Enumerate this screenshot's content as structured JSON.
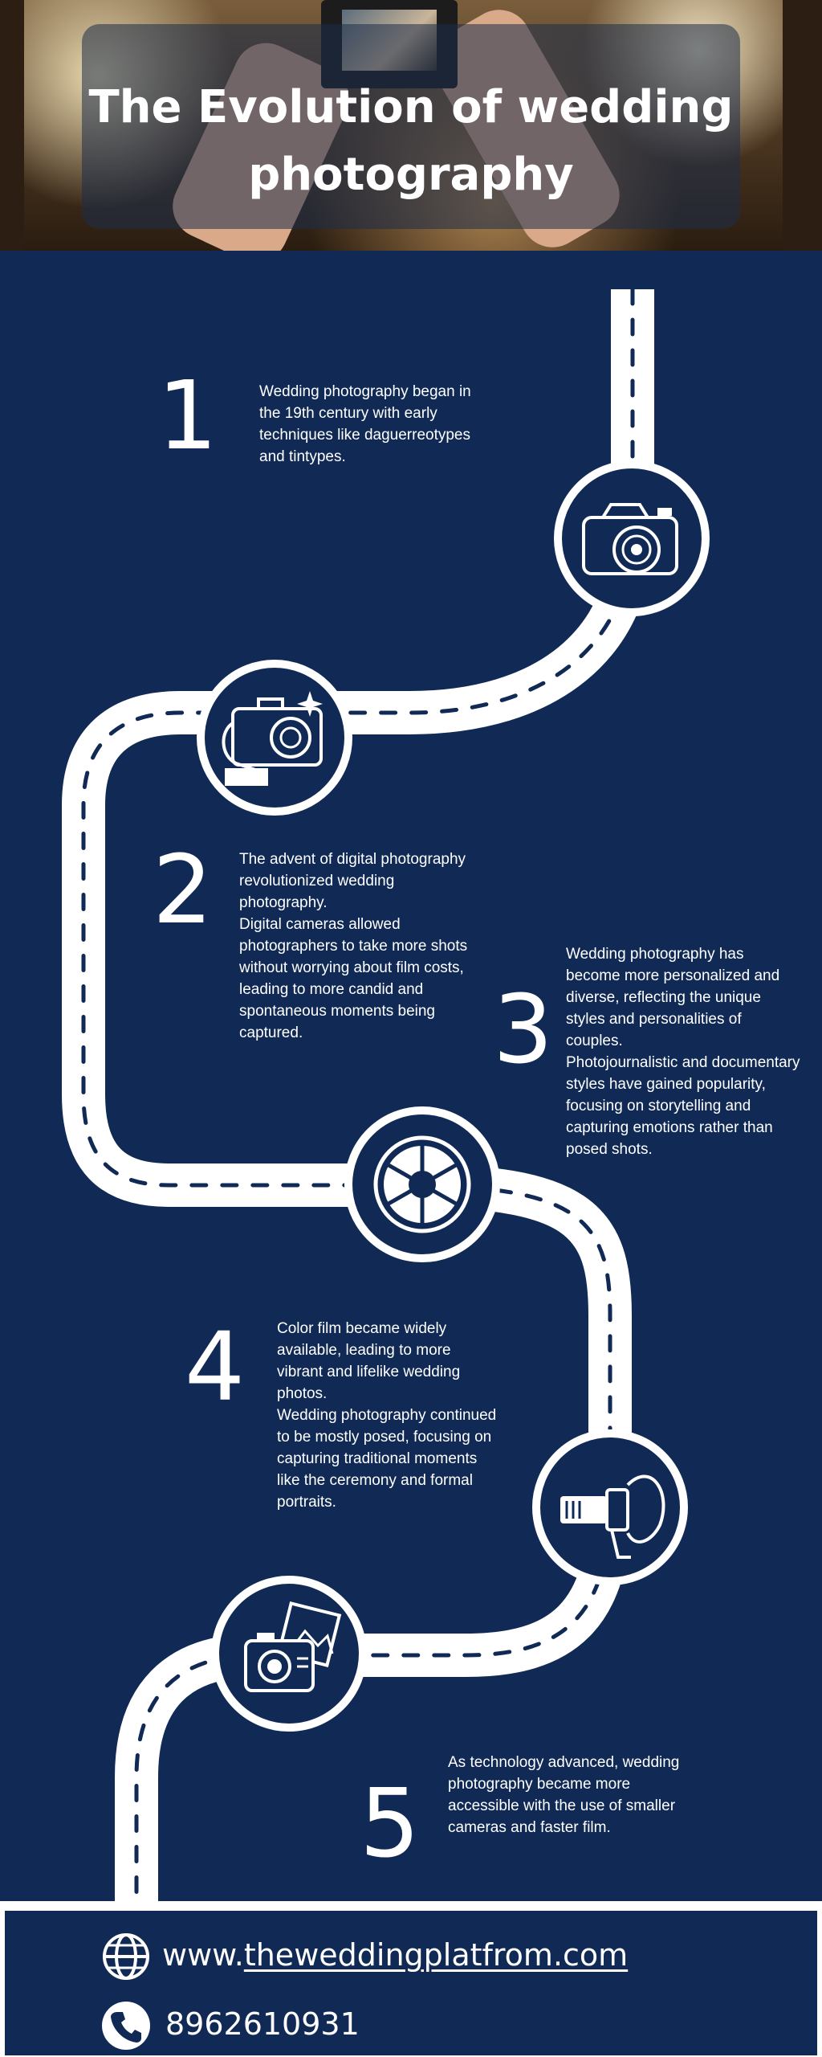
{
  "header": {
    "title_line1": "The Evolution of wedding",
    "title_line2": "photography"
  },
  "steps": [
    {
      "number": "1",
      "icon": "dslr-camera-icon",
      "text": [
        "Wedding photography began in the 19th century with early techniques like daguerreotypes and tintypes."
      ]
    },
    {
      "number": "2",
      "icon": "hand-camera-icon",
      "text": [
        "The advent of digital photography revolutionized wedding photography.",
        "Digital cameras allowed photographers to take more shots without worrying about film costs, leading to more candid and spontaneous moments being captured."
      ]
    },
    {
      "number": "3",
      "icon": "aperture-icon",
      "text": [
        "Wedding photography has become more personalized and diverse, reflecting the unique styles and personalities of couples.",
        "Photojournalistic and documentary styles have gained popularity, focusing on storytelling and capturing emotions rather than posed shots."
      ]
    },
    {
      "number": "4",
      "icon": "photographer-icon",
      "text": [
        "Color film became widely available, leading to more vibrant and lifelike wedding photos.",
        "Wedding photography continued to be mostly posed, focusing on capturing traditional moments like the ceremony and formal portraits."
      ]
    },
    {
      "number": "5",
      "icon": "camera-photos-icon",
      "text": [
        "As technology advanced, wedding photography became more accessible with the use of smaller cameras and faster film."
      ]
    }
  ],
  "footer": {
    "website_prefix": "www.",
    "website_domain": "theweddingplatfrom.com",
    "phone": "8962610931"
  },
  "colors": {
    "background": "#102a55",
    "road": "#ffffff"
  }
}
